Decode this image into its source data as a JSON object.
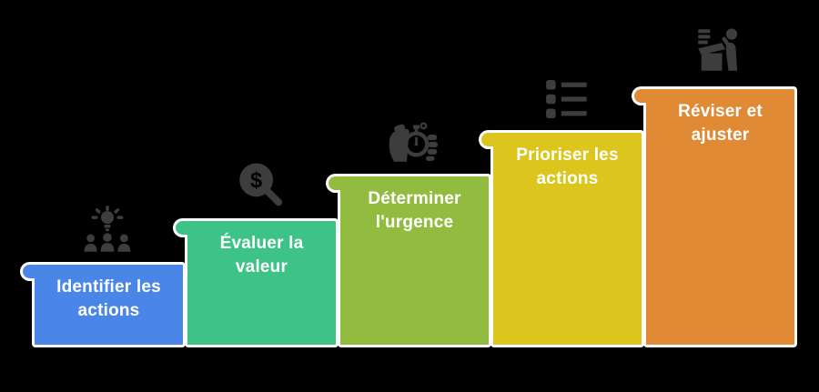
{
  "page": {
    "background_color": "#000000",
    "outline_color": "#ffffff",
    "icon_color": "#3d3d3d",
    "text_color": "#ffffff"
  },
  "steps": [
    {
      "label": "Identifier les actions",
      "color": "#4a86e8",
      "icon": "brainstorm-icon"
    },
    {
      "label": "Évaluer la valeur",
      "color": "#3dc287",
      "icon": "dollar-search-icon"
    },
    {
      "label": "Déterminer l'urgence",
      "color": "#92bc3f",
      "icon": "urgency-stopwatch-icon"
    },
    {
      "label": "Prioriser les actions",
      "color": "#dcc61d",
      "icon": "priority-list-icon"
    },
    {
      "label": "Réviser et ajuster",
      "color": "#e08a35",
      "icon": "review-desk-icon"
    }
  ]
}
